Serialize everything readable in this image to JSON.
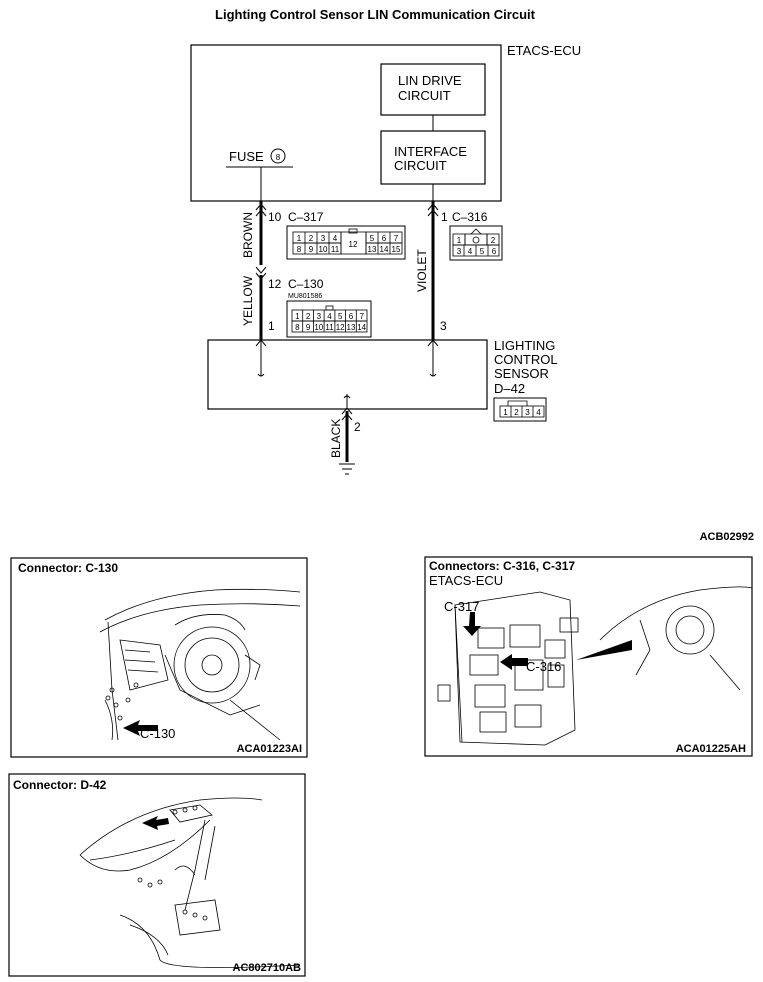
{
  "title": "Lighting Control Sensor LIN Communication Circuit",
  "ecu": {
    "name": "ETACS-ECU",
    "lin_drive": [
      "LIN DRIVE",
      "CIRCUIT"
    ],
    "interface": [
      "INTERFACE",
      "CIRCUIT"
    ],
    "fuse_label": "FUSE",
    "fuse_number": "8"
  },
  "wires": {
    "brown": "BROWN",
    "yellow": "YELLOW",
    "violet": "VIOLET",
    "black": "BLACK"
  },
  "pins": {
    "c317_pin": "10",
    "c317_name": "C–317",
    "c316_pin": "1",
    "c316_name": "C–316",
    "c130_pin": "12",
    "c130_name": "C–130",
    "c130_part": "MU801586",
    "sensor_pin1": "1",
    "sensor_pin3": "3",
    "ground_pin": "2"
  },
  "connector_c317": {
    "row1": [
      "1",
      "2",
      "3",
      "4",
      "",
      "12",
      "5",
      "6",
      "7"
    ],
    "row2": [
      "8",
      "9",
      "10",
      "11",
      "",
      "",
      "13",
      "14",
      "15"
    ]
  },
  "connector_c316": {
    "row1": [
      "1",
      "",
      "2"
    ],
    "row2": [
      "3",
      "4",
      "5",
      "6"
    ]
  },
  "connector_c130": {
    "row1": [
      "1",
      "2",
      "3",
      "4",
      "5",
      "6",
      "7"
    ],
    "row2": [
      "8",
      "9",
      "10",
      "11",
      "12",
      "13",
      "14"
    ]
  },
  "connector_d42": [
    "1",
    "2",
    "3",
    "4"
  ],
  "sensor": {
    "lines": [
      "LIGHTING",
      "CONTROL",
      "SENSOR"
    ],
    "connector": "D–42"
  },
  "diagram_code": "ACB02992",
  "panels": {
    "c130": {
      "title": "Connector: C-130",
      "callout": "C-130",
      "code": "ACA01223AI"
    },
    "c316": {
      "title": "Connectors: C-316, C-317",
      "ecu": "ETACS-ECU",
      "callout1": "C-317",
      "callout2": "C-316",
      "code": "ACA01225AH"
    },
    "d42": {
      "title": "Connector: D-42",
      "code": "AC802710AB"
    }
  }
}
